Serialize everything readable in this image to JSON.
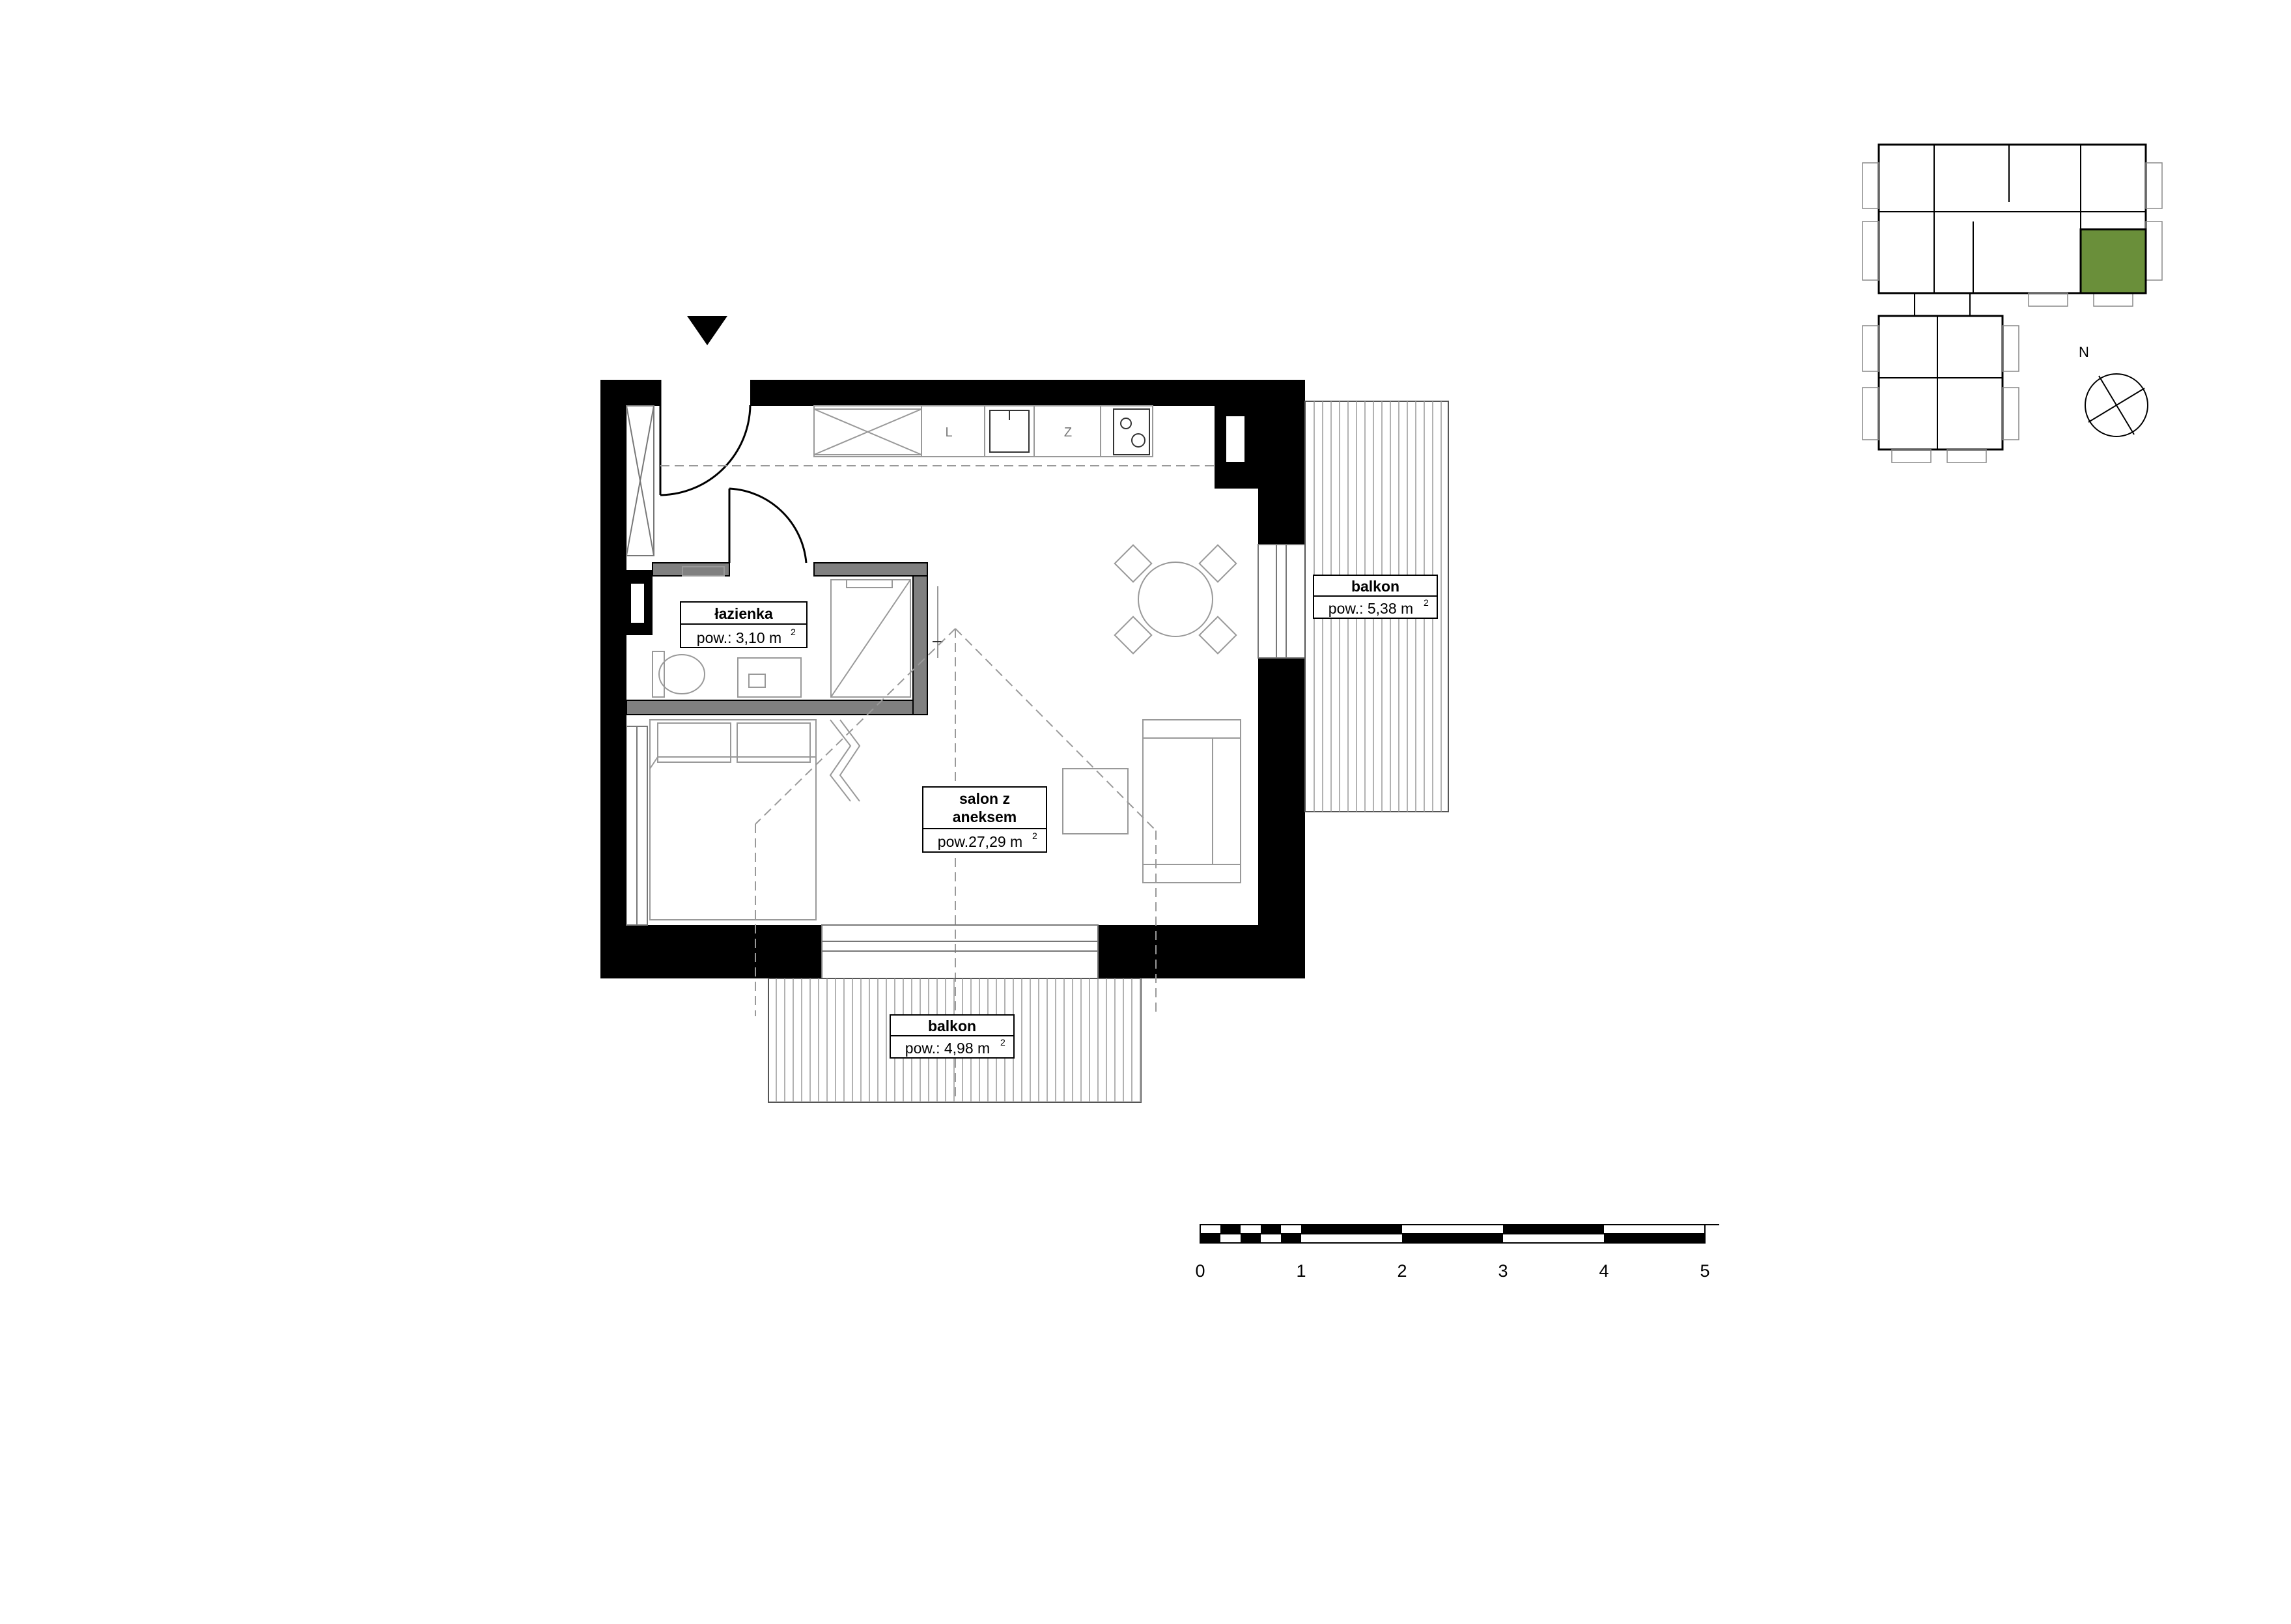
{
  "rooms": {
    "bathroom": {
      "name": "łazienka",
      "area": "pow.: 3,10 m",
      "unit_sup": "2"
    },
    "living": {
      "name_line1": "salon z",
      "name_line2": "aneksem",
      "area": "pow.27,29 m",
      "unit_sup": "2"
    },
    "balcony_east": {
      "name": "balkon",
      "area": "pow.: 5,38 m",
      "unit_sup": "2"
    },
    "balcony_south": {
      "name": "balkon",
      "area": "pow.: 4,98 m",
      "unit_sup": "2"
    }
  },
  "kitchen": {
    "sink_label": "L",
    "fridge_label": "Z"
  },
  "scale_bar": {
    "unit_labels": [
      "0",
      "1",
      "2",
      "3",
      "4",
      "5"
    ]
  },
  "key_plan": {
    "north_label": "N",
    "highlight_color": "#6a8f3a"
  },
  "colors": {
    "wall": "#000000",
    "partition": "#808080",
    "line": "#9a9a9a"
  }
}
